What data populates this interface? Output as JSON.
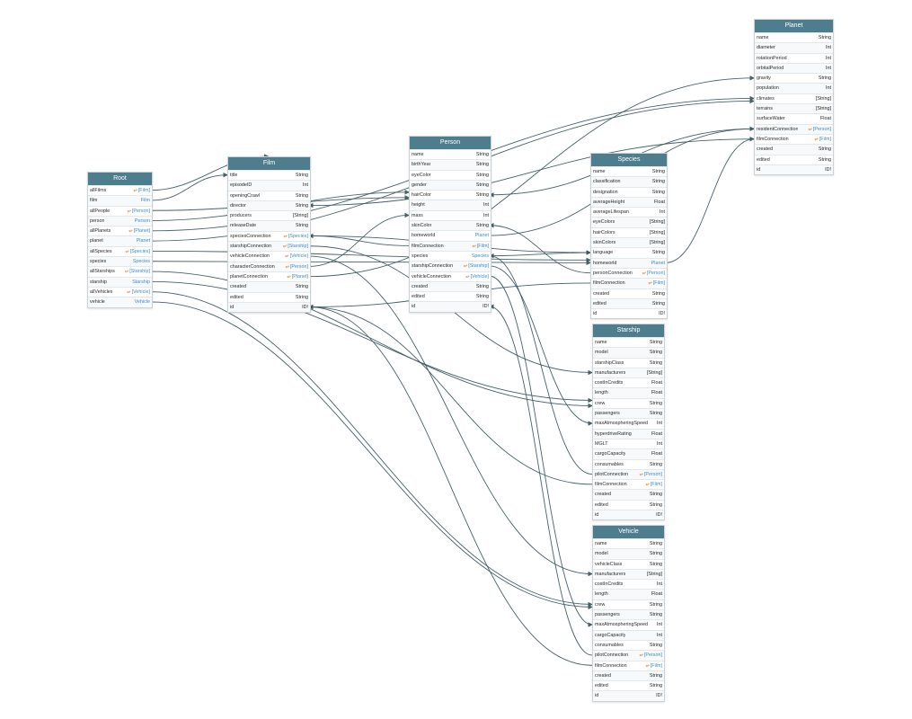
{
  "colors": {
    "header_bg": "#4e7d8d",
    "header_text": "#ffffff",
    "edge": "#3f5961",
    "link_type": "#3b8dd0",
    "connection_icon": "#e08a3c"
  },
  "connection_icon": "⥂",
  "entities": [
    {
      "id": "Root",
      "title": "Root",
      "fields": [
        {
          "name": "allFilms",
          "type": "[Film]",
          "conn": true,
          "link": true
        },
        {
          "name": "film",
          "type": "Film",
          "link": true
        },
        {
          "name": "allPeople",
          "type": "[Person]",
          "conn": true,
          "link": true
        },
        {
          "name": "person",
          "type": "Person",
          "link": true
        },
        {
          "name": "allPlanets",
          "type": "[Planet]",
          "conn": true,
          "link": true
        },
        {
          "name": "planet",
          "type": "Planet",
          "link": true
        },
        {
          "name": "allSpecies",
          "type": "[Species]",
          "conn": true,
          "link": true
        },
        {
          "name": "species",
          "type": "Species",
          "link": true
        },
        {
          "name": "allStarships",
          "type": "[Starship]",
          "conn": true,
          "link": true
        },
        {
          "name": "starship",
          "type": "Starship",
          "link": true
        },
        {
          "name": "allVehicles",
          "type": "[Vehicle]",
          "conn": true,
          "link": true
        },
        {
          "name": "vehicle",
          "type": "Vehicle",
          "link": true
        }
      ]
    },
    {
      "id": "Film",
      "title": "Film",
      "fields": [
        {
          "name": "title",
          "type": "String"
        },
        {
          "name": "episodeID",
          "type": "Int"
        },
        {
          "name": "openingCrawl",
          "type": "String"
        },
        {
          "name": "director",
          "type": "String"
        },
        {
          "name": "producers",
          "type": "[String]"
        },
        {
          "name": "releaseDate",
          "type": "String"
        },
        {
          "name": "speciesConnection",
          "type": "[Species]",
          "conn": true,
          "link": true
        },
        {
          "name": "starshipConnection",
          "type": "[Starship]",
          "conn": true,
          "link": true
        },
        {
          "name": "vehicleConnection",
          "type": "[Vehicle]",
          "conn": true,
          "link": true
        },
        {
          "name": "characterConnection",
          "type": "[Person]",
          "conn": true,
          "link": true
        },
        {
          "name": "planetConnection",
          "type": "[Planet]",
          "conn": true,
          "link": true
        },
        {
          "name": "created",
          "type": "String"
        },
        {
          "name": "edited",
          "type": "String"
        },
        {
          "name": "id",
          "type": "ID!"
        }
      ]
    },
    {
      "id": "Person",
      "title": "Person",
      "fields": [
        {
          "name": "name",
          "type": "String"
        },
        {
          "name": "birthYear",
          "type": "String"
        },
        {
          "name": "eyeColor",
          "type": "String"
        },
        {
          "name": "gender",
          "type": "String"
        },
        {
          "name": "hairColor",
          "type": "String"
        },
        {
          "name": "height",
          "type": "Int"
        },
        {
          "name": "mass",
          "type": "Int"
        },
        {
          "name": "skinColor",
          "type": "String"
        },
        {
          "name": "homeworld",
          "type": "Planet",
          "link": true
        },
        {
          "name": "filmConnection",
          "type": "[Film]",
          "conn": true,
          "link": true
        },
        {
          "name": "species",
          "type": "Species",
          "link": true
        },
        {
          "name": "starshipConnection",
          "type": "[Starship]",
          "conn": true,
          "link": true
        },
        {
          "name": "vehicleConnection",
          "type": "[Vehicle]",
          "conn": true,
          "link": true
        },
        {
          "name": "created",
          "type": "String"
        },
        {
          "name": "edited",
          "type": "String"
        },
        {
          "name": "id",
          "type": "ID!"
        }
      ]
    },
    {
      "id": "Planet",
      "title": "Planet",
      "fields": [
        {
          "name": "name",
          "type": "String"
        },
        {
          "name": "diameter",
          "type": "Int"
        },
        {
          "name": "rotationPeriod",
          "type": "Int"
        },
        {
          "name": "orbitalPeriod",
          "type": "Int"
        },
        {
          "name": "gravity",
          "type": "String"
        },
        {
          "name": "population",
          "type": "Int"
        },
        {
          "name": "climates",
          "type": "[String]"
        },
        {
          "name": "terrains",
          "type": "[String]"
        },
        {
          "name": "surfaceWater",
          "type": "Float"
        },
        {
          "name": "residentConnection",
          "type": "[Person]",
          "conn": true,
          "link": true
        },
        {
          "name": "filmConnection",
          "type": "[Film]",
          "conn": true,
          "link": true
        },
        {
          "name": "created",
          "type": "String"
        },
        {
          "name": "edited",
          "type": "String"
        },
        {
          "name": "id",
          "type": "ID!"
        }
      ]
    },
    {
      "id": "Species",
      "title": "Species",
      "fields": [
        {
          "name": "name",
          "type": "String"
        },
        {
          "name": "classification",
          "type": "String"
        },
        {
          "name": "designation",
          "type": "String"
        },
        {
          "name": "averageHeight",
          "type": "Float"
        },
        {
          "name": "averageLifespan",
          "type": "Int"
        },
        {
          "name": "eyeColors",
          "type": "[String]"
        },
        {
          "name": "hairColors",
          "type": "[String]"
        },
        {
          "name": "skinColors",
          "type": "[String]"
        },
        {
          "name": "language",
          "type": "String"
        },
        {
          "name": "homeworld",
          "type": "Planet",
          "link": true
        },
        {
          "name": "personConnection",
          "type": "[Person]",
          "conn": true,
          "link": true
        },
        {
          "name": "filmConnection",
          "type": "[Film]",
          "conn": true,
          "link": true
        },
        {
          "name": "created",
          "type": "String"
        },
        {
          "name": "edited",
          "type": "String"
        },
        {
          "name": "id",
          "type": "ID!"
        }
      ]
    },
    {
      "id": "Starship",
      "title": "Starship",
      "fields": [
        {
          "name": "name",
          "type": "String"
        },
        {
          "name": "model",
          "type": "String"
        },
        {
          "name": "starshipClass",
          "type": "String"
        },
        {
          "name": "manufacturers",
          "type": "[String]"
        },
        {
          "name": "costInCredits",
          "type": "Float"
        },
        {
          "name": "length",
          "type": "Float"
        },
        {
          "name": "crew",
          "type": "String"
        },
        {
          "name": "passengers",
          "type": "String"
        },
        {
          "name": "maxAtmospheringSpeed",
          "type": "Int"
        },
        {
          "name": "hyperdriveRating",
          "type": "Float"
        },
        {
          "name": "MGLT",
          "type": "Int"
        },
        {
          "name": "cargoCapacity",
          "type": "Float"
        },
        {
          "name": "consumables",
          "type": "String"
        },
        {
          "name": "pilotConnection",
          "type": "[Person]",
          "conn": true,
          "link": true
        },
        {
          "name": "filmConnection",
          "type": "[Film]",
          "conn": true,
          "link": true
        },
        {
          "name": "created",
          "type": "String"
        },
        {
          "name": "edited",
          "type": "String"
        },
        {
          "name": "id",
          "type": "ID!"
        }
      ]
    },
    {
      "id": "Vehicle",
      "title": "Vehicle",
      "fields": [
        {
          "name": "name",
          "type": "String"
        },
        {
          "name": "model",
          "type": "String"
        },
        {
          "name": "vehicleClass",
          "type": "String"
        },
        {
          "name": "manufacturers",
          "type": "[String]"
        },
        {
          "name": "costInCredits",
          "type": "Int"
        },
        {
          "name": "length",
          "type": "Float"
        },
        {
          "name": "crew",
          "type": "String"
        },
        {
          "name": "passengers",
          "type": "String"
        },
        {
          "name": "maxAtmospheringSpeed",
          "type": "Int"
        },
        {
          "name": "cargoCapacity",
          "type": "Int"
        },
        {
          "name": "consumables",
          "type": "String"
        },
        {
          "name": "pilotConnection",
          "type": "[Person]",
          "conn": true,
          "link": true
        },
        {
          "name": "filmConnection",
          "type": "[Film]",
          "conn": true,
          "link": true
        },
        {
          "name": "created",
          "type": "String"
        },
        {
          "name": "edited",
          "type": "String"
        },
        {
          "name": "id",
          "type": "ID!"
        }
      ]
    }
  ]
}
